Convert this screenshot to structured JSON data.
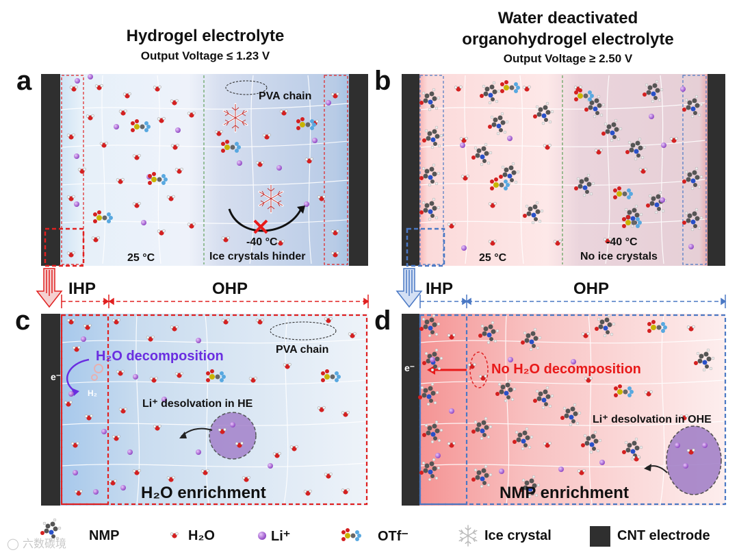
{
  "left": {
    "title": "Hydrogel electrolyte",
    "subtitle": "Output Voltage ≤ 1.23 V",
    "panel_a": {
      "letter": "a",
      "pva": "PVA chain",
      "temp_left": "25 °C",
      "temp_right": "-40 °C",
      "note": "Ice crystals hinder"
    },
    "panel_c": {
      "letter": "c",
      "ihp": "IHP",
      "ohp": "OHP",
      "pva": "PVA chain",
      "electron": "e⁻",
      "h2_label": "H₂",
      "decomp": "H₂O decomposition",
      "desolv": "Li⁺ desolvation in HE",
      "enrich": "H₂O enrichment"
    }
  },
  "right": {
    "title_line1": "Water deactivated",
    "title_line2": "organohydrogel electrolyte",
    "subtitle": "Output Voltage ≥ 2.50 V",
    "panel_b": {
      "letter": "b",
      "temp_left": "25 °C",
      "temp_right": "-40 °C",
      "note": "No ice crystals"
    },
    "panel_d": {
      "letter": "d",
      "ihp": "IHP",
      "ohp": "OHP",
      "electron": "e⁻",
      "decomp": "No H₂O decomposition",
      "desolv": "Li⁺ desolvation in OHE",
      "enrich": "NMP enrichment"
    }
  },
  "legend": {
    "nmp": "NMP",
    "h2o": "H₂O",
    "li": "Li⁺",
    "otf": "OTf⁻",
    "ice": "Ice crystal",
    "cnt": "CNT electrode"
  },
  "watermark": "六数碳境",
  "colors": {
    "hydrogel_blue": "#c9dcef",
    "organo_red": "#f6c9c9",
    "dash_red": "#e02020",
    "dash_blue": "#4a78c4",
    "electrode": "#2f2f2f",
    "decomp_purple": "#6a2ee0",
    "decomp_red": "#e81919",
    "li_purple": "#a05ccc"
  },
  "icons": [
    "nmp-molecule-icon",
    "water-molecule-icon",
    "lithium-ion-icon",
    "otf-anion-icon",
    "ice-crystal-icon",
    "cnt-electrode-icon",
    "snowflake-icon",
    "cross-icon",
    "curved-arrow-icon"
  ]
}
